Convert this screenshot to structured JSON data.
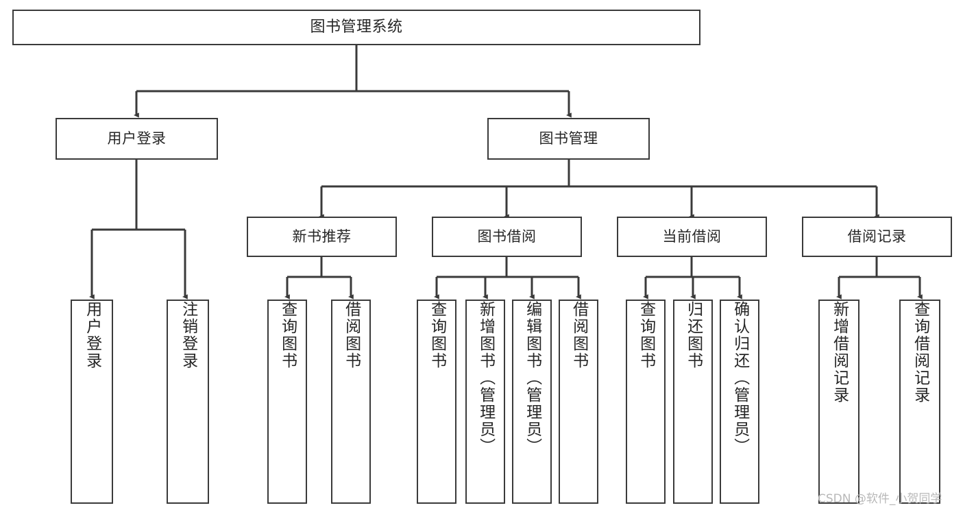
{
  "diagram": {
    "title": "图书管理系统",
    "type": "tree-hierarchy-chart",
    "watermark": "CSDN @软件_小贺同学",
    "colors": {
      "box_border": "#3a3a3a",
      "line": "#3a3a3a",
      "background": "#ffffff",
      "text": "#262626",
      "watermark": "#b8b8b8"
    },
    "levels": {
      "root": {
        "label": "图书管理系统"
      },
      "level1": [
        {
          "id": "user-login",
          "label": "用户登录"
        },
        {
          "id": "book-management",
          "label": "图书管理"
        }
      ],
      "level2": [
        {
          "id": "new-book-recommend",
          "label": "新书推荐"
        },
        {
          "id": "book-borrow",
          "label": "图书借阅"
        },
        {
          "id": "current-borrow",
          "label": "当前借阅"
        },
        {
          "id": "borrow-record",
          "label": "借阅记录"
        }
      ],
      "leaves": {
        "user-login": [
          {
            "id": "leaf-user-login",
            "label": "用户登录"
          },
          {
            "id": "leaf-user-logout",
            "label": "注销登录"
          }
        ],
        "new-book-recommend": [
          {
            "id": "leaf-query-book-1",
            "label": "查询图书"
          },
          {
            "id": "leaf-borrow-book-1",
            "label": "借阅图书"
          }
        ],
        "book-borrow": [
          {
            "id": "leaf-query-book-2",
            "label": "查询图书"
          },
          {
            "id": "leaf-add-book-admin",
            "label": "新增图书（管理员）"
          },
          {
            "id": "leaf-edit-book-admin",
            "label": "编辑图书（管理员）"
          },
          {
            "id": "leaf-borrow-book-2",
            "label": "借阅图书"
          }
        ],
        "current-borrow": [
          {
            "id": "leaf-query-book-3",
            "label": "查询图书"
          },
          {
            "id": "leaf-return-book",
            "label": "归还图书"
          },
          {
            "id": "leaf-confirm-return-admin",
            "label": "确认归还（管理员）"
          }
        ],
        "borrow-record": [
          {
            "id": "leaf-add-borrow-record",
            "label": "新增借阅记录"
          },
          {
            "id": "leaf-query-borrow-record",
            "label": "查询借阅记录"
          }
        ]
      }
    }
  }
}
